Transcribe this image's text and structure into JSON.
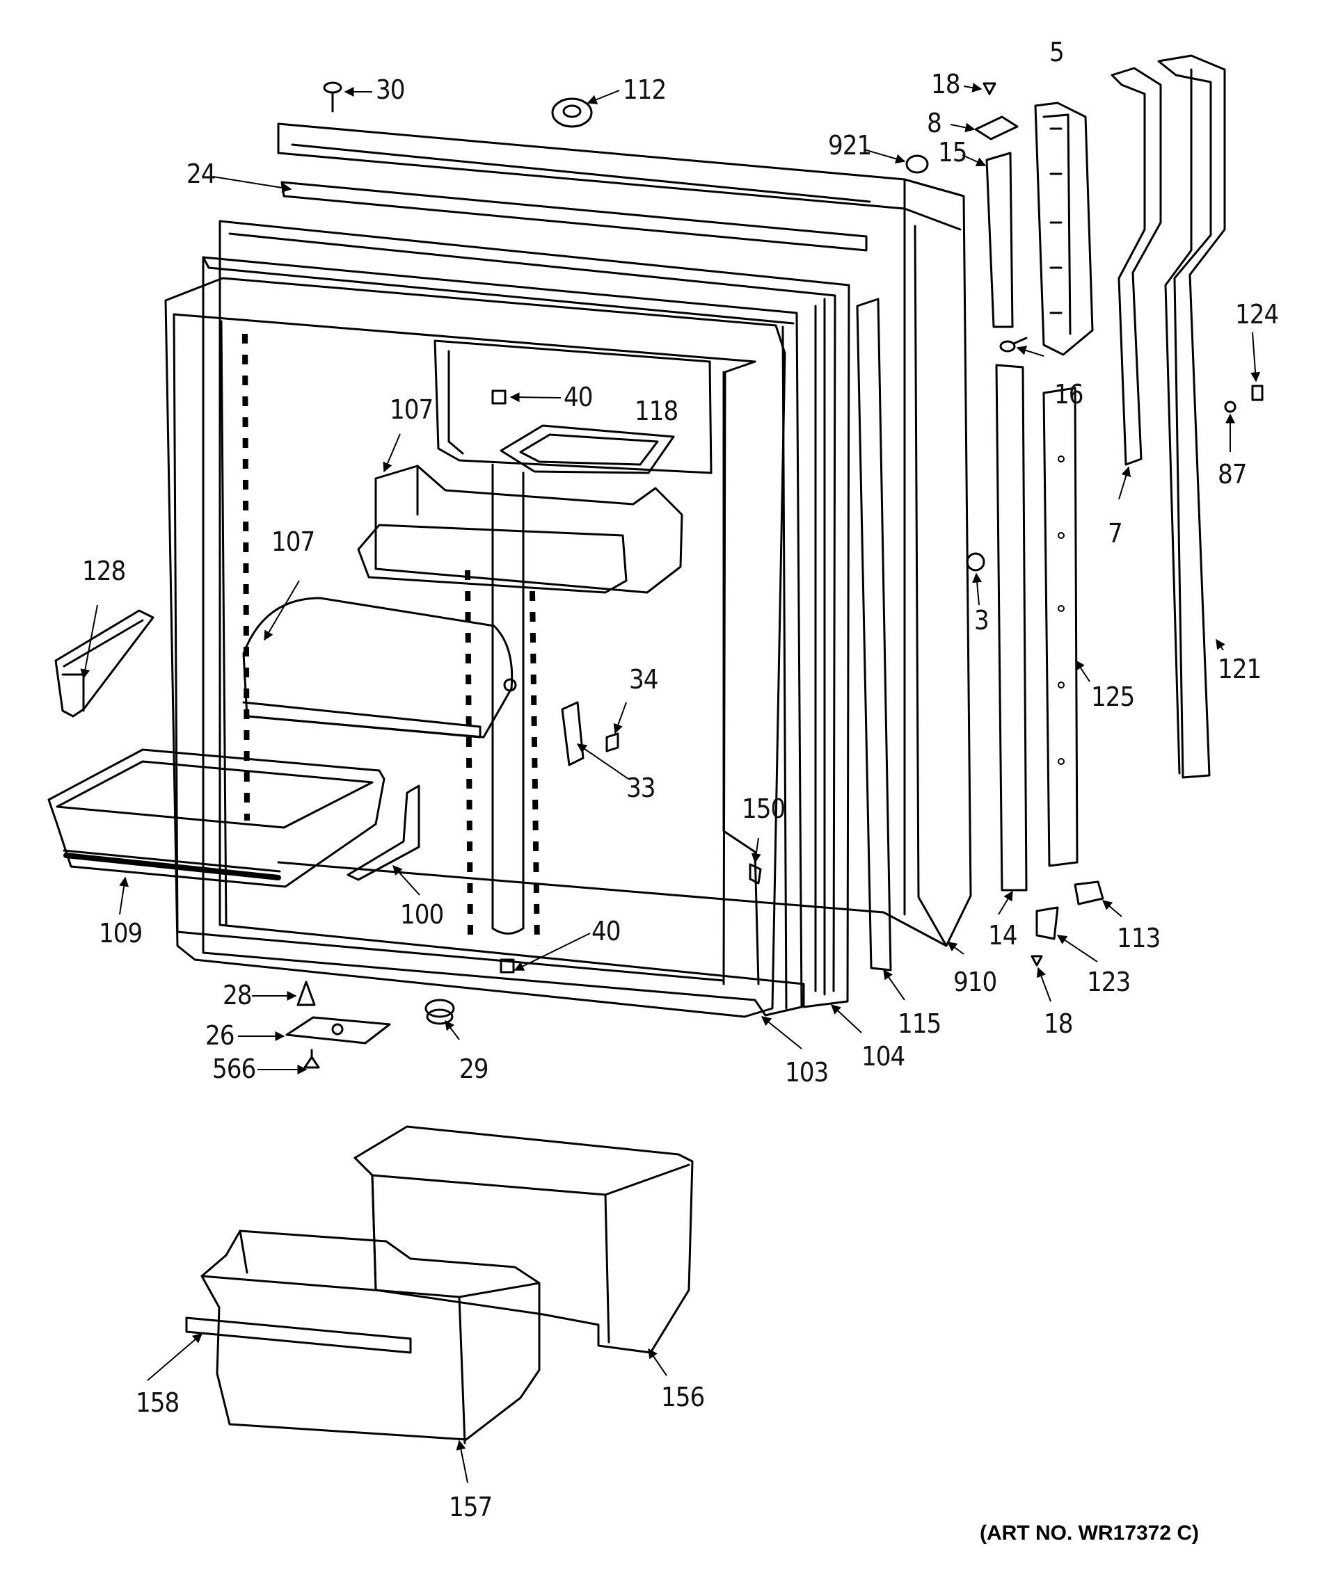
{
  "diagram": {
    "art_number": "(ART NO. WR17372 C)",
    "colors": {
      "ink": "#000000",
      "paper": "#ffffff"
    },
    "callouts": [
      {
        "id": "c30",
        "label": "30"
      },
      {
        "id": "c112",
        "label": "112"
      },
      {
        "id": "c24",
        "label": "24"
      },
      {
        "id": "c18a",
        "label": "18"
      },
      {
        "id": "c5",
        "label": "5"
      },
      {
        "id": "c8",
        "label": "8"
      },
      {
        "id": "c921",
        "label": "921"
      },
      {
        "id": "c15",
        "label": "15"
      },
      {
        "id": "c124",
        "label": "124"
      },
      {
        "id": "c40a",
        "label": "40"
      },
      {
        "id": "c118",
        "label": "118"
      },
      {
        "id": "c107a",
        "label": "107"
      },
      {
        "id": "c16",
        "label": "16"
      },
      {
        "id": "c87",
        "label": "87"
      },
      {
        "id": "c7",
        "label": "7"
      },
      {
        "id": "c128",
        "label": "128"
      },
      {
        "id": "c107b",
        "label": "107"
      },
      {
        "id": "c3",
        "label": "3"
      },
      {
        "id": "c121",
        "label": "121"
      },
      {
        "id": "c125",
        "label": "125"
      },
      {
        "id": "c34",
        "label": "34"
      },
      {
        "id": "c33",
        "label": "33"
      },
      {
        "id": "c150",
        "label": "150"
      },
      {
        "id": "c109",
        "label": "109"
      },
      {
        "id": "c100",
        "label": "100"
      },
      {
        "id": "c40b",
        "label": "40"
      },
      {
        "id": "c14",
        "label": "14"
      },
      {
        "id": "c113",
        "label": "113"
      },
      {
        "id": "c910",
        "label": "910"
      },
      {
        "id": "c123",
        "label": "123"
      },
      {
        "id": "c28",
        "label": "28"
      },
      {
        "id": "c115",
        "label": "115"
      },
      {
        "id": "c18b",
        "label": "18"
      },
      {
        "id": "c26",
        "label": "26"
      },
      {
        "id": "c104",
        "label": "104"
      },
      {
        "id": "c566",
        "label": "566"
      },
      {
        "id": "c29",
        "label": "29"
      },
      {
        "id": "c103",
        "label": "103"
      },
      {
        "id": "c158",
        "label": "158"
      },
      {
        "id": "c156",
        "label": "156"
      },
      {
        "id": "c157",
        "label": "157"
      }
    ]
  }
}
